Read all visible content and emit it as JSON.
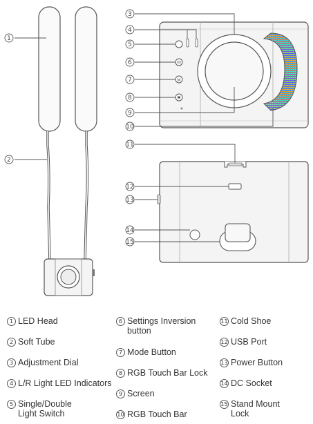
{
  "callouts": [
    "1",
    "2",
    "3",
    "4",
    "5",
    "6",
    "7",
    "8",
    "9",
    "10",
    "11",
    "12",
    "13",
    "14",
    "15"
  ],
  "legend": [
    {
      "num": "1",
      "text": "LED Head"
    },
    {
      "num": "2",
      "text": "Soft Tube"
    },
    {
      "num": "3",
      "text": "Adjustment Dial"
    },
    {
      "num": "4",
      "text": "L/R Light LED Indicators"
    },
    {
      "num": "5",
      "text": "Single/Double",
      "text2": "Light Switch"
    },
    {
      "num": "6",
      "text": "Settings Inversion",
      "text2": "button"
    },
    {
      "num": "7",
      "text": "Mode Button"
    },
    {
      "num": "8",
      "text": "RGB Touch Bar Lock"
    },
    {
      "num": "9",
      "text": "Screen"
    },
    {
      "num": "10",
      "text": "RGB Touch Bar"
    },
    {
      "num": "11",
      "text": "Cold Shoe"
    },
    {
      "num": "12",
      "text": "USB Port"
    },
    {
      "num": "13",
      "text": "Power Button"
    },
    {
      "num": "14",
      "text": "DC Socket"
    },
    {
      "num": "15",
      "text": "Stand Mount",
      "text2": "Lock"
    }
  ],
  "colors": {
    "outline": "#555555",
    "body_fill": "#f4f4f4",
    "rgb_bar": [
      "#ff3355",
      "#ffcc00",
      "#33dd66",
      "#22ccff",
      "#3355ff",
      "#cc33ff"
    ]
  }
}
